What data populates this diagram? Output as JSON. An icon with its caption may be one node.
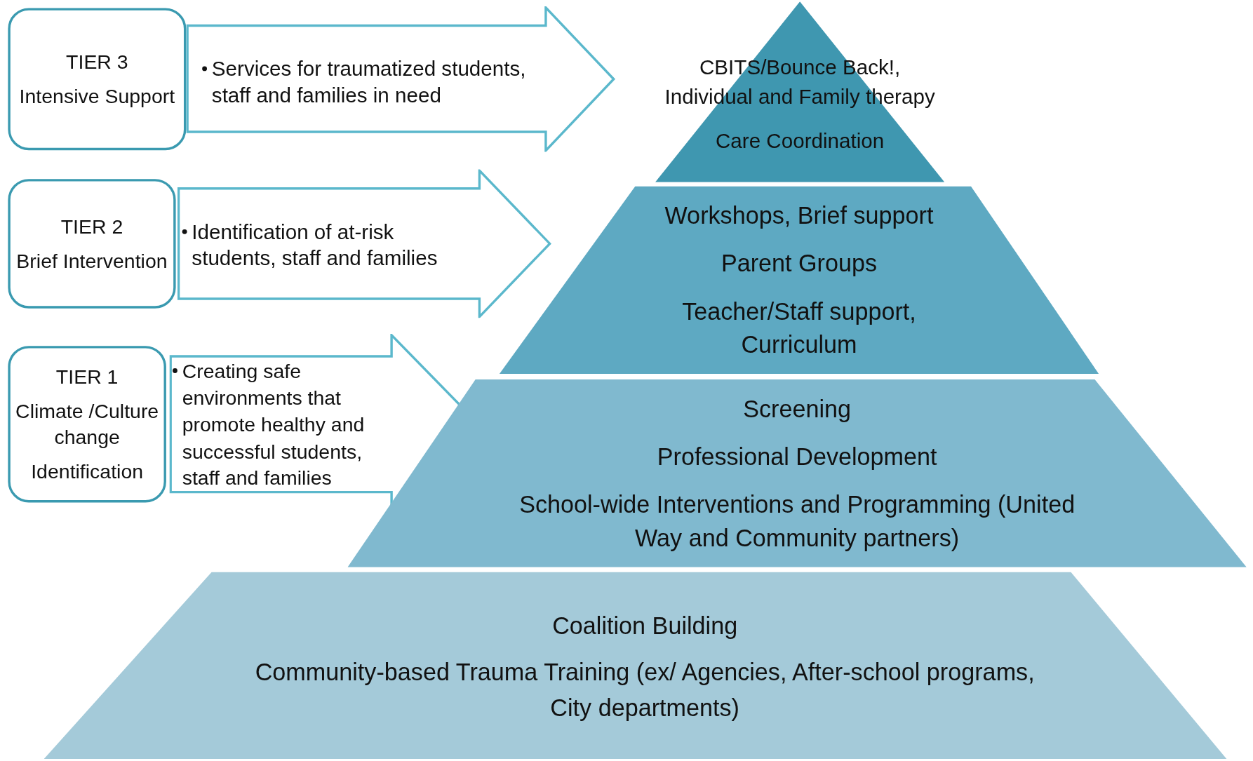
{
  "diagram": {
    "nodes": [
      {
        "text": [
          "TIER 3",
          "Intensive Support"
        ]
      },
      {
        "text": [
          "Services for traumatized students, staff and families in need"
        ]
      },
      {
        "text": [
          "CBITS/Bounce Back!, Individual and Family therapy",
          "Care Coordination"
        ]
      },
      {
        "text": [
          "TIER 2",
          "Brief Intervention"
        ]
      },
      {
        "text": [
          "Identification of at-risk students, staff and families"
        ]
      },
      {
        "text": [
          "Workshops, Brief support",
          "Parent Groups",
          "Teacher/Staff support, Curriculum"
        ]
      },
      {
        "text": [
          "TIER 1",
          "Climate /Culture change",
          "Identification"
        ]
      },
      {
        "text": [
          "Creating safe environments that promote healthy and successful students, staff and families"
        ]
      },
      {
        "text": [
          "Screening",
          "Professional Development",
          "School-wide Interventions and Programming (United Way and Community partners)"
        ]
      },
      {
        "text": [
          "Coalition Building",
          "Community-based Trauma Training (ex/ Agencies, After-school programs, City departments)"
        ]
      }
    ]
  }
}
